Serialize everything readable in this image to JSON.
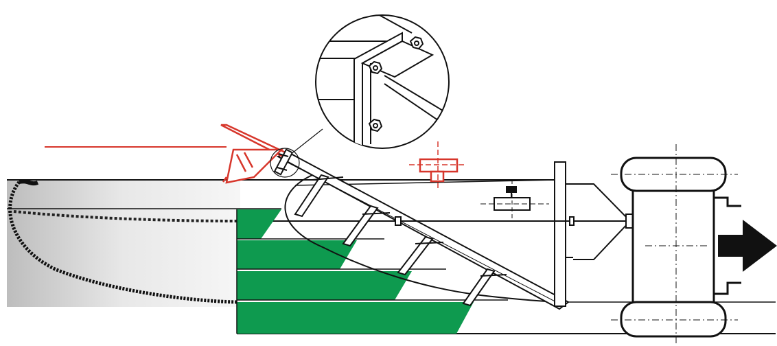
{
  "colors": {
    "ink": "#111111",
    "mount_red": "#d7362b",
    "strip_green": "#0e9a4f",
    "gradient_light": "#e8e8e8",
    "gradient_dark": "#bdbdbd"
  },
  "icons": {
    "direction": "arrow-right-icon",
    "fastener": "bolt-nut-icon"
  },
  "green_strips": 4,
  "rake_tines": 5,
  "wheel_count": 2
}
